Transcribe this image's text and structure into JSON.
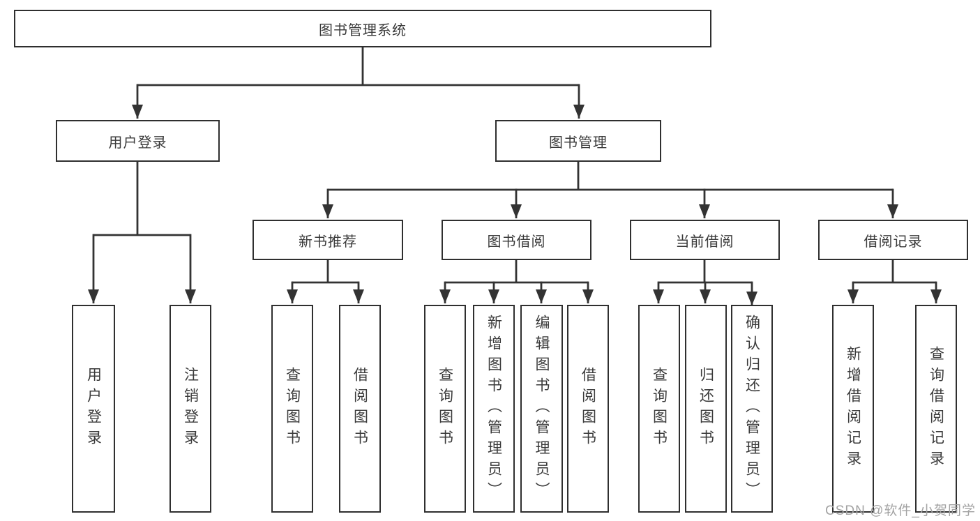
{
  "diagram": {
    "root": {
      "label": "图书管理系统"
    },
    "level2": [
      {
        "label": "用户登录"
      },
      {
        "label": "图书管理"
      }
    ],
    "level3": [
      {
        "label": "新书推荐",
        "parent": "图书管理"
      },
      {
        "label": "图书借阅",
        "parent": "图书管理"
      },
      {
        "label": "当前借阅",
        "parent": "图书管理"
      },
      {
        "label": "借阅记录",
        "parent": "图书管理"
      }
    ],
    "leaves": [
      {
        "label": "用户登录",
        "parent": "用户登录"
      },
      {
        "label": "注销登录",
        "parent": "用户登录"
      },
      {
        "label": "查询图书",
        "parent": "新书推荐"
      },
      {
        "label": "借阅图书",
        "parent": "新书推荐"
      },
      {
        "label": "查询图书",
        "parent": "图书借阅"
      },
      {
        "label": "新增图书（管理员）",
        "parent": "图书借阅"
      },
      {
        "label": "编辑图书（管理员）",
        "parent": "图书借阅"
      },
      {
        "label": "借阅图书",
        "parent": "图书借阅"
      },
      {
        "label": "查询图书",
        "parent": "当前借阅"
      },
      {
        "label": "归还图书",
        "parent": "当前借阅"
      },
      {
        "label": "确认归还（管理员）",
        "parent": "当前借阅"
      },
      {
        "label": "新增借阅记录",
        "parent": "借阅记录"
      },
      {
        "label": "查询借阅记录",
        "parent": "借阅记录"
      }
    ],
    "colors": {
      "line": "#333333",
      "box_border": "#2f2f2f",
      "text": "#3a3a3a",
      "background": "#ffffff",
      "watermark": "#a3a3a3"
    }
  },
  "watermark": {
    "text": "CSDN @软件_小贺同学"
  }
}
